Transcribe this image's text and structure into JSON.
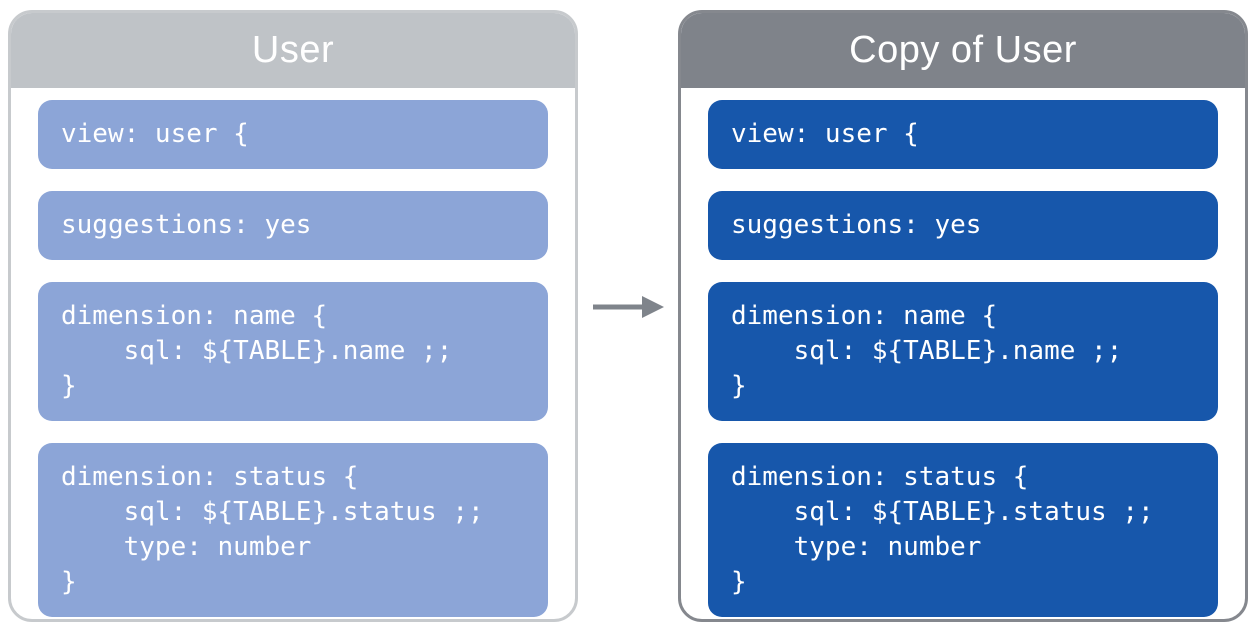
{
  "panels": [
    {
      "title": "User",
      "header_color": "#bfc3c7",
      "border_color": "#c7cacd",
      "block_color": "#8ca5d7",
      "text_color": "#ffffff",
      "blocks": [
        {
          "lines": [
            "view: user {"
          ]
        },
        {
          "lines": [
            "suggestions: yes"
          ]
        },
        {
          "lines": [
            "dimension: name {",
            "    sql: ${TABLE}.name ;;",
            "}"
          ]
        },
        {
          "lines": [
            "dimension: status {",
            "    sql: ${TABLE}.status ;;",
            "    type: number",
            "}"
          ]
        }
      ]
    },
    {
      "title": "Copy of User",
      "header_color": "#7f838a",
      "border_color": "#85888e",
      "block_color": "#1757ab",
      "text_color": "#ffffff",
      "blocks": [
        {
          "lines": [
            "view: user {"
          ]
        },
        {
          "lines": [
            "suggestions: yes"
          ]
        },
        {
          "lines": [
            "dimension: name {",
            "    sql: ${TABLE}.name ;;",
            "}"
          ]
        },
        {
          "lines": [
            "dimension: status {",
            "    sql: ${TABLE}.status ;;",
            "    type: number",
            "}"
          ]
        }
      ]
    }
  ],
  "arrow": {
    "color": "#7f848b",
    "direction": "right"
  }
}
